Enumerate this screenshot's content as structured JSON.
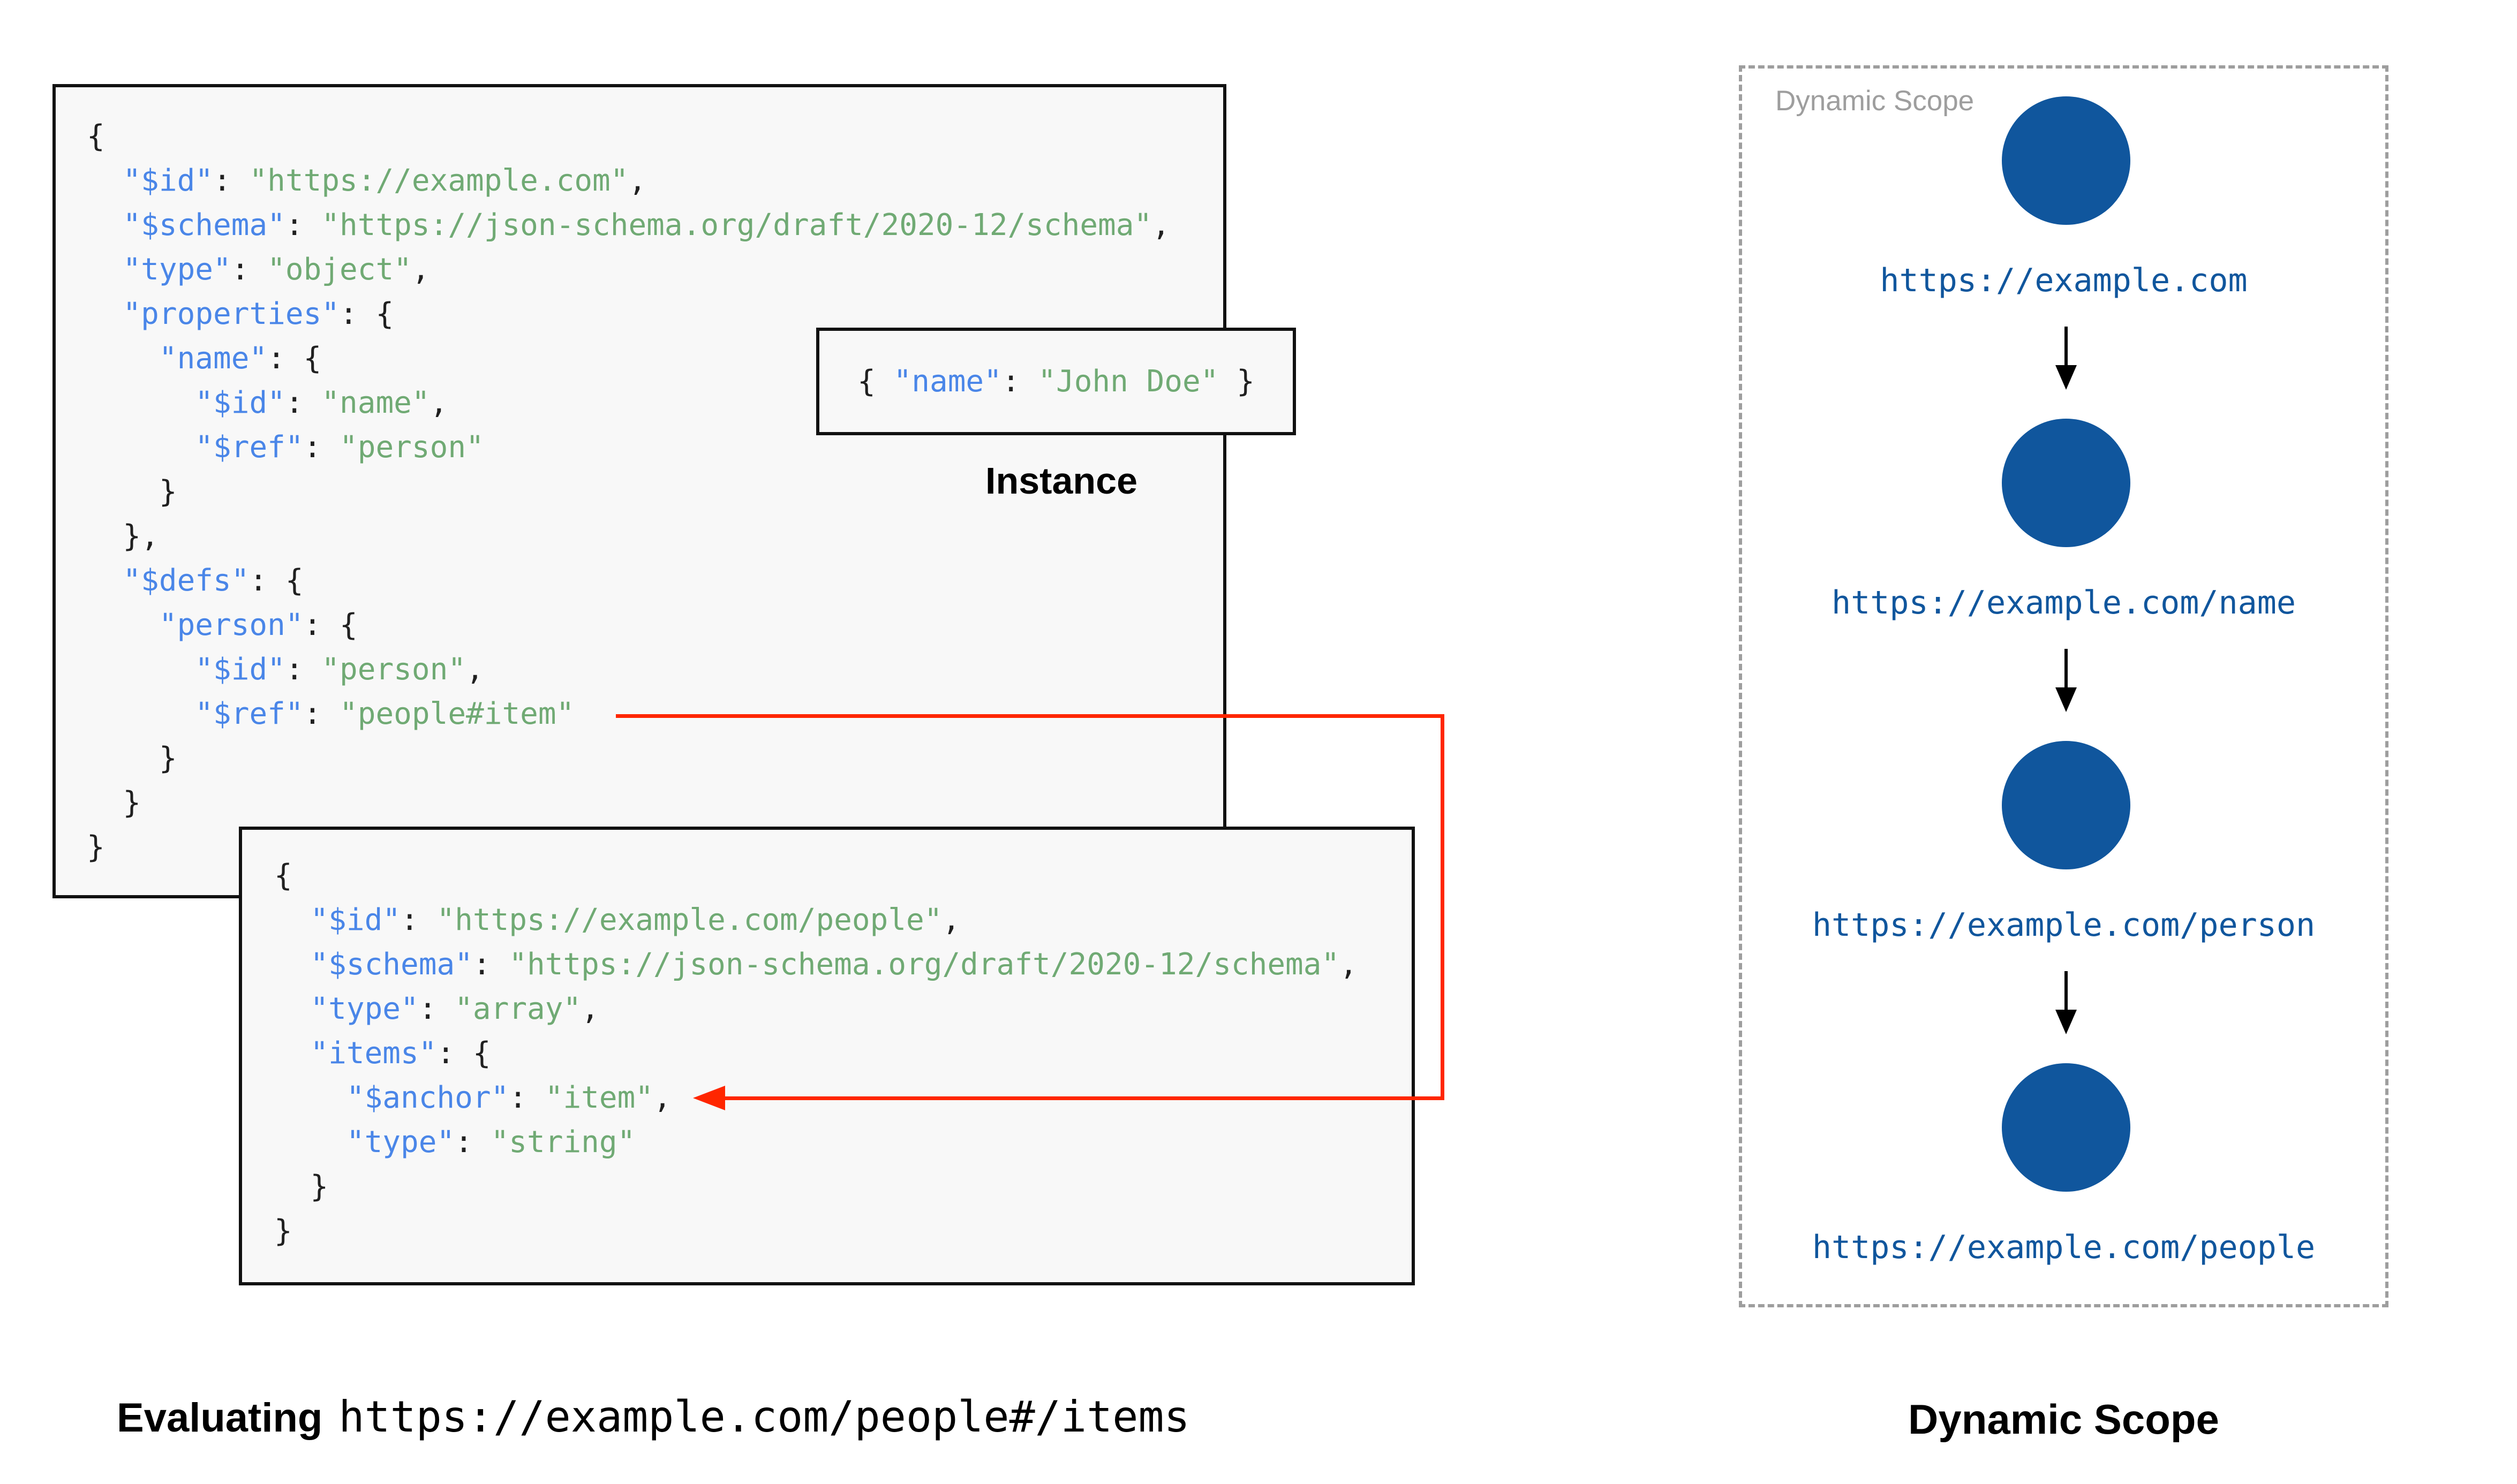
{
  "colors": {
    "box_bg": "#f8f8f8",
    "box_border": "#111111",
    "key": "#4a86e8",
    "str": "#70aa74",
    "punct": "#202020",
    "node": "#10569d",
    "ref_arrow": "#ff2600",
    "muted": "#9e9e9e",
    "caption": "#000000"
  },
  "schema_box_1": {
    "code": [
      [
        [
          "{",
          "p"
        ]
      ],
      [
        [
          "  ",
          "p"
        ],
        [
          "\"$id\"",
          "k"
        ],
        [
          ": ",
          "p"
        ],
        [
          "\"https://example.com\"",
          "s"
        ],
        [
          ",",
          "p"
        ]
      ],
      [
        [
          "  ",
          "p"
        ],
        [
          "\"$schema\"",
          "k"
        ],
        [
          ": ",
          "p"
        ],
        [
          "\"https://json-schema.org/draft/2020-12/schema\"",
          "s"
        ],
        [
          ",",
          "p"
        ]
      ],
      [
        [
          "  ",
          "p"
        ],
        [
          "\"type\"",
          "k"
        ],
        [
          ": ",
          "p"
        ],
        [
          "\"object\"",
          "s"
        ],
        [
          ",",
          "p"
        ]
      ],
      [
        [
          "  ",
          "p"
        ],
        [
          "\"properties\"",
          "k"
        ],
        [
          ": {",
          "p"
        ]
      ],
      [
        [
          "    ",
          "p"
        ],
        [
          "\"name\"",
          "k"
        ],
        [
          ": {",
          "p"
        ]
      ],
      [
        [
          "      ",
          "p"
        ],
        [
          "\"$id\"",
          "k"
        ],
        [
          ": ",
          "p"
        ],
        [
          "\"name\"",
          "s"
        ],
        [
          ",",
          "p"
        ]
      ],
      [
        [
          "      ",
          "p"
        ],
        [
          "\"$ref\"",
          "k"
        ],
        [
          ": ",
          "p"
        ],
        [
          "\"person\"",
          "s"
        ]
      ],
      [
        [
          "    }",
          "p"
        ]
      ],
      [
        [
          "  },",
          "p"
        ]
      ],
      [
        [
          "  ",
          "p"
        ],
        [
          "\"$defs\"",
          "k"
        ],
        [
          ": {",
          "p"
        ]
      ],
      [
        [
          "    ",
          "p"
        ],
        [
          "\"person\"",
          "k"
        ],
        [
          ": {",
          "p"
        ]
      ],
      [
        [
          "      ",
          "p"
        ],
        [
          "\"$id\"",
          "k"
        ],
        [
          ": ",
          "p"
        ],
        [
          "\"person\"",
          "s"
        ],
        [
          ",",
          "p"
        ]
      ],
      [
        [
          "      ",
          "p"
        ],
        [
          "\"$ref\"",
          "k"
        ],
        [
          ": ",
          "p"
        ],
        [
          "\"people#item\"",
          "s"
        ]
      ],
      [
        [
          "    }",
          "p"
        ]
      ],
      [
        [
          "  }",
          "p"
        ]
      ],
      [
        [
          "}",
          "p"
        ]
      ]
    ]
  },
  "instance": {
    "code": [
      [
        [
          "{ ",
          "p"
        ],
        [
          "\"name\"",
          "k"
        ],
        [
          ": ",
          "p"
        ],
        [
          "\"John Doe\"",
          "s"
        ],
        [
          " }",
          "p"
        ]
      ]
    ],
    "label": "Instance"
  },
  "schema_box_2": {
    "code": [
      [
        [
          "{",
          "p"
        ]
      ],
      [
        [
          "  ",
          "p"
        ],
        [
          "\"$id\"",
          "k"
        ],
        [
          ": ",
          "p"
        ],
        [
          "\"https://example.com/people\"",
          "s"
        ],
        [
          ",",
          "p"
        ]
      ],
      [
        [
          "  ",
          "p"
        ],
        [
          "\"$schema\"",
          "k"
        ],
        [
          ": ",
          "p"
        ],
        [
          "\"https://json-schema.org/draft/2020-12/schema\"",
          "s"
        ],
        [
          ",",
          "p"
        ]
      ],
      [
        [
          "  ",
          "p"
        ],
        [
          "\"type\"",
          "k"
        ],
        [
          ": ",
          "p"
        ],
        [
          "\"array\"",
          "s"
        ],
        [
          ",",
          "p"
        ]
      ],
      [
        [
          "  ",
          "p"
        ],
        [
          "\"items\"",
          "k"
        ],
        [
          ": {",
          "p"
        ]
      ],
      [
        [
          "    ",
          "p"
        ],
        [
          "\"$anchor\"",
          "k"
        ],
        [
          ": ",
          "p"
        ],
        [
          "\"item\"",
          "s"
        ],
        [
          ",",
          "p"
        ]
      ],
      [
        [
          "    ",
          "p"
        ],
        [
          "\"type\"",
          "k"
        ],
        [
          ": ",
          "p"
        ],
        [
          "\"string\"",
          "s"
        ]
      ],
      [
        [
          "  }",
          "p"
        ]
      ],
      [
        [
          "}",
          "p"
        ]
      ]
    ]
  },
  "dynamic_scope": {
    "watermark": "Dynamic Scope",
    "nodes": [
      {
        "url": "https://example.com"
      },
      {
        "url": "https://example.com/name"
      },
      {
        "url": "https://example.com/person"
      },
      {
        "url": "https://example.com/people"
      }
    ],
    "caption": "Dynamic Scope"
  },
  "evaluating": {
    "label": "Evaluating",
    "uri": "https://example.com/people#/items"
  }
}
